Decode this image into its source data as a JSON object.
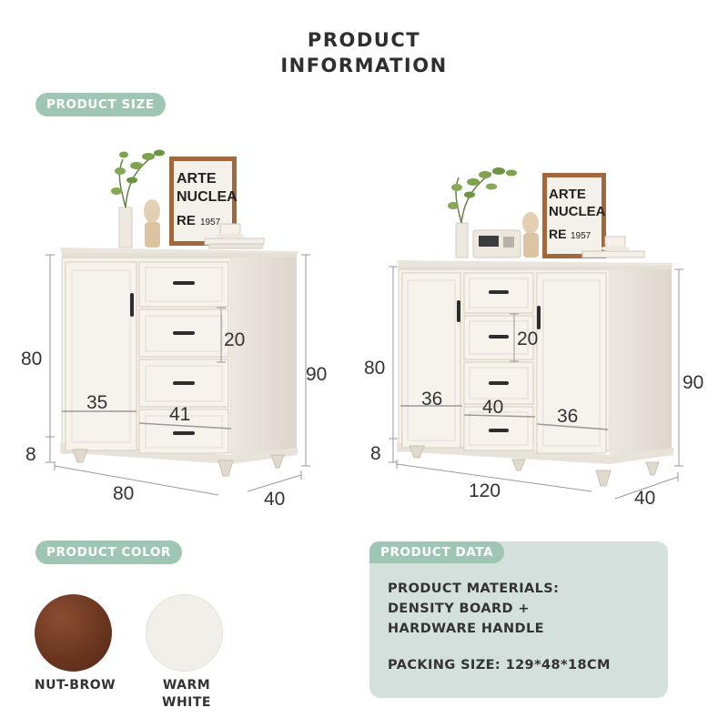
{
  "title": {
    "line1": "PRODUCT",
    "line2": "INFORMATION"
  },
  "sections": {
    "size": "PRODUCT SIZE",
    "color": "PRODUCT COLOR",
    "data": "PRODUCT DATA"
  },
  "cabinet_small": {
    "height_body": "80",
    "height_total": "90",
    "height_legs": "8",
    "width": "80",
    "depth": "40",
    "door_width": "35",
    "drawer_width": "41",
    "drawer_height": "20",
    "frame_text": [
      "ARTE",
      "NUCLEA",
      "RE 1957"
    ]
  },
  "cabinet_large": {
    "height_body": "80",
    "height_total": "90",
    "height_legs": "8",
    "width": "120",
    "depth": "40",
    "left_door_width": "36",
    "drawer_width": "40",
    "right_door_width": "36",
    "drawer_height": "20",
    "frame_text": [
      "ARTE",
      "NUCLEA",
      "RE 1957"
    ]
  },
  "colors": [
    {
      "label_line1": "NUT-BROW",
      "label_line2": "",
      "hex": "#6b3620"
    },
    {
      "label_line1": "WARM",
      "label_line2": "WHITE",
      "hex": "#f1efe9"
    }
  ],
  "product_data": {
    "materials_line1": "PRODUCT MATERIALS:",
    "materials_line2": "DENSITY BOARD +",
    "materials_line3": "HARDWARE HANDLE",
    "packing": "PACKING SIZE: 129*48*18CM"
  },
  "accent_color": "#9fc5b4"
}
